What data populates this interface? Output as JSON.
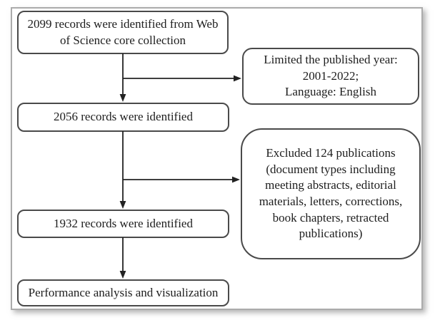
{
  "diagram": {
    "boxes": {
      "records_wos": {
        "lines": [
          "2099 records were identified from Web",
          "of Science core collection"
        ]
      },
      "limit_criteria": {
        "lines": [
          "Limited the published year:",
          "2001-2022;",
          "Language: English"
        ]
      },
      "records_2056": {
        "text": "2056 records were identified"
      },
      "excluded": {
        "lines": [
          "Excluded 124 publications",
          "(document types including",
          "meeting abstracts, editorial",
          "materials, letters, corrections,",
          "book chapters, retracted",
          "publications)"
        ]
      },
      "records_1932": {
        "text": "1932 records were identified"
      },
      "performance": {
        "text": "Performance analysis and visualization"
      }
    },
    "colors": {
      "box_border": "#4a4a4a",
      "arrow": "#222222",
      "text": "#1d1d1d",
      "frame_border": "#ababab",
      "background": "#ffffff"
    }
  }
}
